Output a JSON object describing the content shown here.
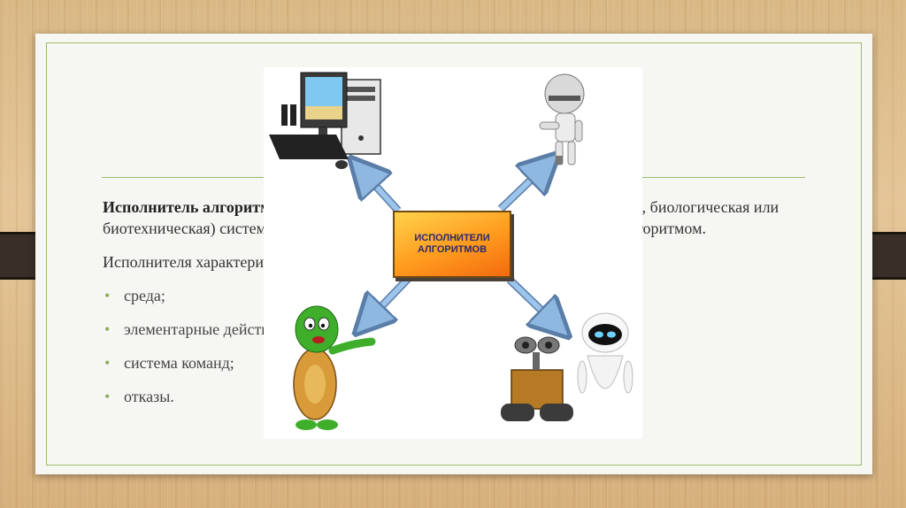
{
  "slide": {
    "title": "Исполнитель алгоритма",
    "definition_term": "Исполнитель алгоритма",
    "definition_text": " — некоторая абстрактная или реальная (техническая, биологическая или биотехническая) система, способная выполнить действия, предписываемые алгоритмом.",
    "characteristics_intro": "Исполнителя характеризуют:",
    "bullets": [
      "среда;",
      "элементарные действия;",
      "система команд;",
      "отказы."
    ]
  },
  "diagram": {
    "center_label": "ИСПОЛНИТЕЛИ\nАЛГОРИТМОВ",
    "accent_colors": {
      "arrow": "#8fb8e0",
      "arrow_stroke": "#5a7ea8",
      "box_fill": "#ff9a1e",
      "frame": "#9dbb6a"
    },
    "icons": [
      "computer-icon",
      "robot-icon",
      "turtle-icon",
      "wall-e-eve-robots-icon"
    ]
  }
}
